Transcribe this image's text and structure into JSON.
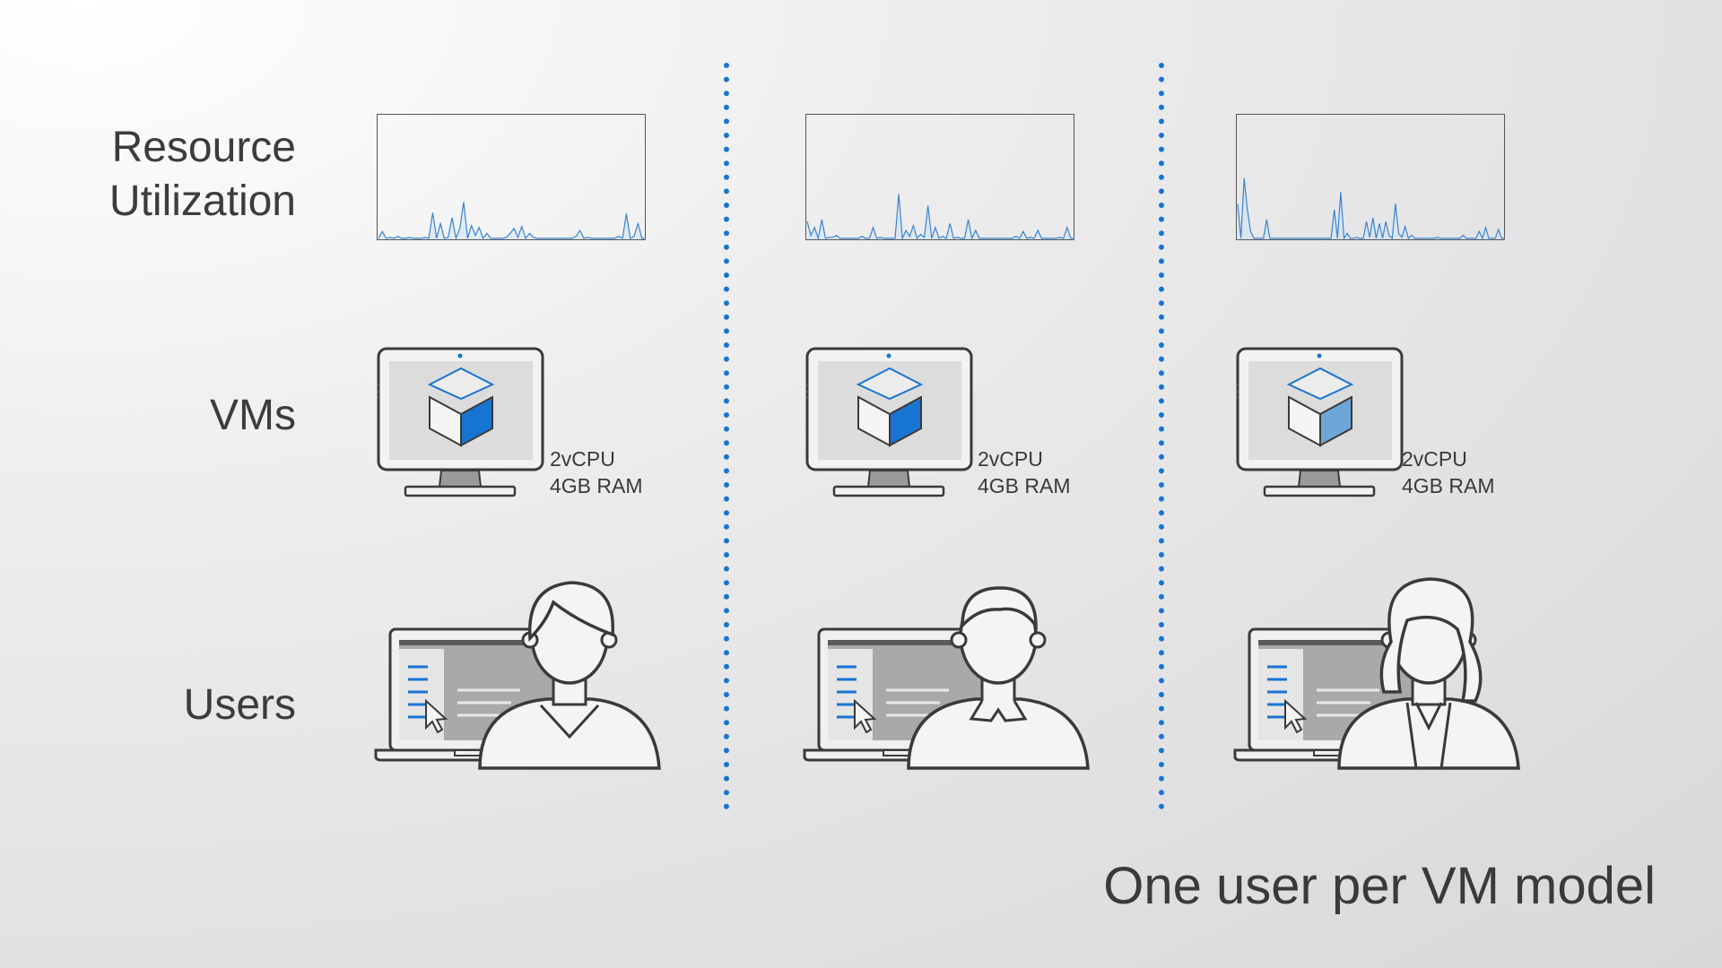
{
  "row_labels": {
    "resource_line1": "Resource",
    "resource_line2": "Utilization",
    "vms": "VMs",
    "users": "Users"
  },
  "title": "One user per VM model",
  "columns": [
    {
      "id": "vm-1",
      "spec_cpu": "2vCPU",
      "spec_ram": "4GB RAM",
      "cube_color": "#1874d2",
      "user": "woman-short-hair",
      "utilization": [
        1,
        8,
        1,
        2,
        1,
        3,
        1,
        1,
        2,
        1,
        1,
        1,
        2,
        1,
        27,
        1,
        16,
        1,
        2,
        22,
        1,
        11,
        38,
        1,
        14,
        4,
        12,
        1,
        6,
        1,
        1,
        1,
        1,
        2,
        6,
        11,
        2,
        13,
        1,
        6,
        2,
        1,
        1,
        1,
        1,
        1,
        1,
        1,
        1,
        1,
        1,
        3,
        9,
        1,
        2,
        1,
        1,
        1,
        1,
        1,
        1,
        1,
        3,
        1,
        26,
        1,
        3,
        16,
        1,
        1
      ]
    },
    {
      "id": "vm-2",
      "spec_cpu": "2vCPU",
      "spec_ram": "4GB RAM",
      "cube_color": "#1874d2",
      "user": "man-collar-shirt",
      "utilization": [
        18,
        4,
        12,
        1,
        20,
        1,
        2,
        2,
        4,
        1,
        1,
        1,
        1,
        1,
        1,
        3,
        1,
        1,
        12,
        1,
        2,
        1,
        1,
        1,
        1,
        46,
        1,
        9,
        3,
        14,
        1,
        5,
        2,
        34,
        1,
        12,
        1,
        3,
        1,
        16,
        1,
        2,
        1,
        1,
        20,
        1,
        9,
        1,
        1,
        1,
        1,
        1,
        1,
        1,
        1,
        1,
        1,
        3,
        1,
        8,
        1,
        2,
        1,
        9,
        1,
        1,
        1,
        1,
        1,
        2,
        1,
        12,
        1,
        1
      ]
    },
    {
      "id": "vm-3",
      "spec_cpu": "2vCPU",
      "spec_ram": "4GB RAM",
      "cube_color": "#6fa6d8",
      "user": "woman-blazer",
      "utilization": [
        36,
        1,
        62,
        30,
        8,
        1,
        1,
        1,
        1,
        20,
        1,
        1,
        1,
        1,
        1,
        1,
        1,
        1,
        1,
        1,
        1,
        1,
        1,
        1,
        1,
        1,
        1,
        1,
        1,
        1,
        30,
        1,
        48,
        1,
        6,
        1,
        1,
        2,
        1,
        1,
        18,
        2,
        22,
        1,
        16,
        1,
        18,
        4,
        1,
        36,
        6,
        2,
        13,
        1,
        4,
        1,
        1,
        1,
        1,
        1,
        1,
        1,
        2,
        1,
        1,
        1,
        1,
        1,
        1,
        1,
        4,
        1,
        1,
        1,
        1,
        8,
        1,
        12,
        1,
        1,
        1,
        10,
        1,
        1
      ]
    }
  ]
}
